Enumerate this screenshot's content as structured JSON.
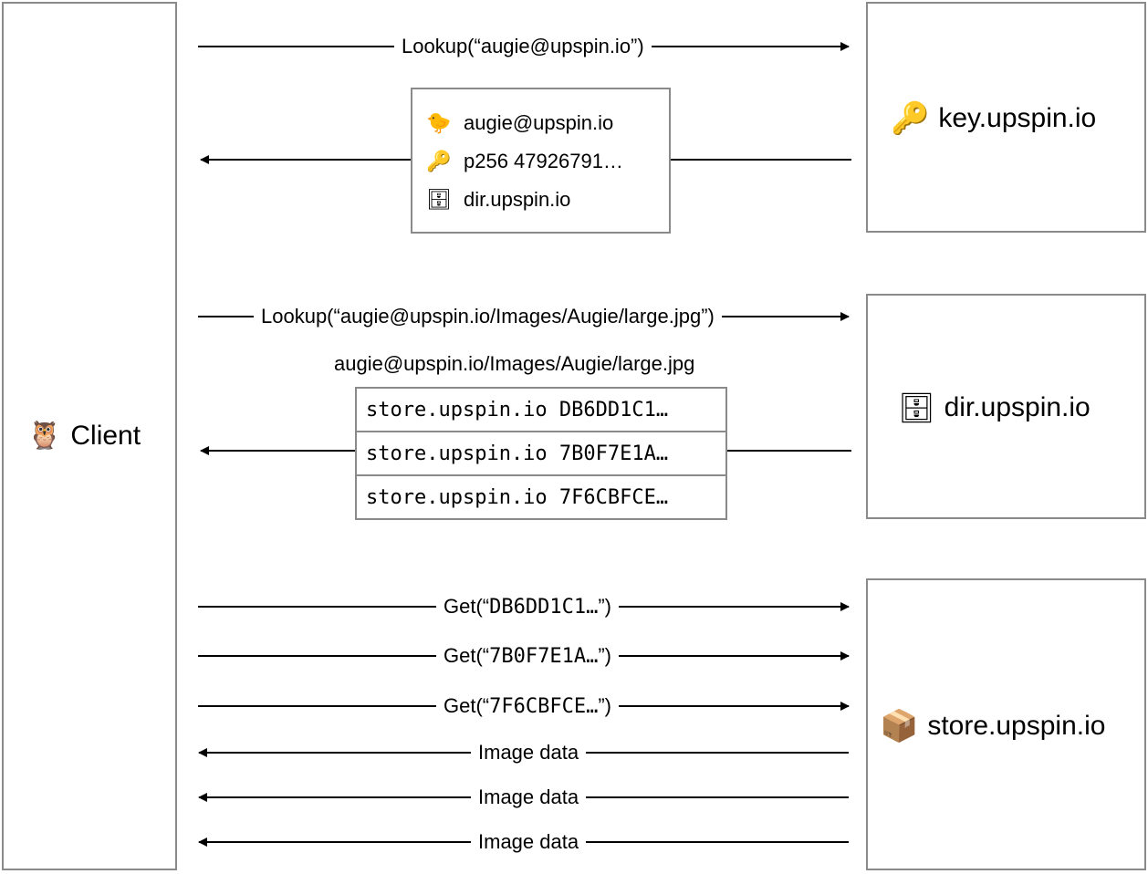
{
  "nodes": {
    "client": {
      "icon": "owl-icon",
      "glyph": "🦉",
      "label": "Client"
    },
    "key": {
      "icon": "key-icon",
      "glyph": "🔑",
      "label": "key.upspin.io"
    },
    "dir": {
      "icon": "file-cabinet-icon",
      "glyph": "🗄",
      "label": "dir.upspin.io"
    },
    "store": {
      "icon": "package-icon",
      "glyph": "📦",
      "label": "store.upspin.io"
    }
  },
  "messages": {
    "key_lookup": "Lookup(“augie@upspin.io”)",
    "dir_lookup": "Lookup(“augie@upspin.io/Images/Augie/large.jpg”)",
    "get_prefix": "Get(“",
    "get_suffix": "”)",
    "gets": [
      "DB6DD1C1…",
      "7B0F7E1A…",
      "7F6CBFCE…"
    ],
    "image_data": [
      "Image data",
      "Image data",
      "Image data"
    ]
  },
  "key_record": {
    "rows": [
      {
        "icon": "chick-icon",
        "glyph": "🐤",
        "text": "augie@upspin.io"
      },
      {
        "icon": "key-icon",
        "glyph": "🔑",
        "text": "p256 47926791…"
      },
      {
        "icon": "file-cabinet-icon",
        "glyph": "🗄",
        "text": "dir.upspin.io"
      }
    ]
  },
  "dir_entry": {
    "path": "augie@upspin.io/Images/Augie/large.jpg",
    "blocks": [
      "store.upspin.io DB6DD1C1…",
      "store.upspin.io 7B0F7E1A…",
      "store.upspin.io 7F6CBFCE…"
    ]
  },
  "colors": {
    "box_border": "#8a8a8a",
    "line": "#000000"
  }
}
